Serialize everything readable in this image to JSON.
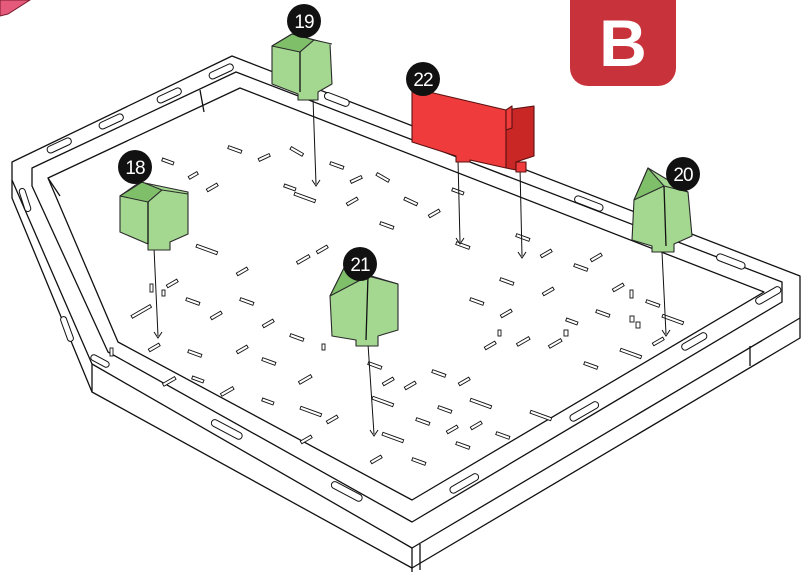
{
  "step_badge": {
    "letter": "B",
    "color": "#c8333b"
  },
  "parts": [
    {
      "number": "18",
      "color": "#a4d890",
      "kind": "triangular-support"
    },
    {
      "number": "19",
      "color": "#a4d890",
      "kind": "triangular-support"
    },
    {
      "number": "20",
      "color": "#a4d890",
      "kind": "triangular-support"
    },
    {
      "number": "21",
      "color": "#a4d890",
      "kind": "triangular-support"
    },
    {
      "number": "22",
      "color": "#ef3b3b",
      "kind": "divider-wall"
    }
  ]
}
